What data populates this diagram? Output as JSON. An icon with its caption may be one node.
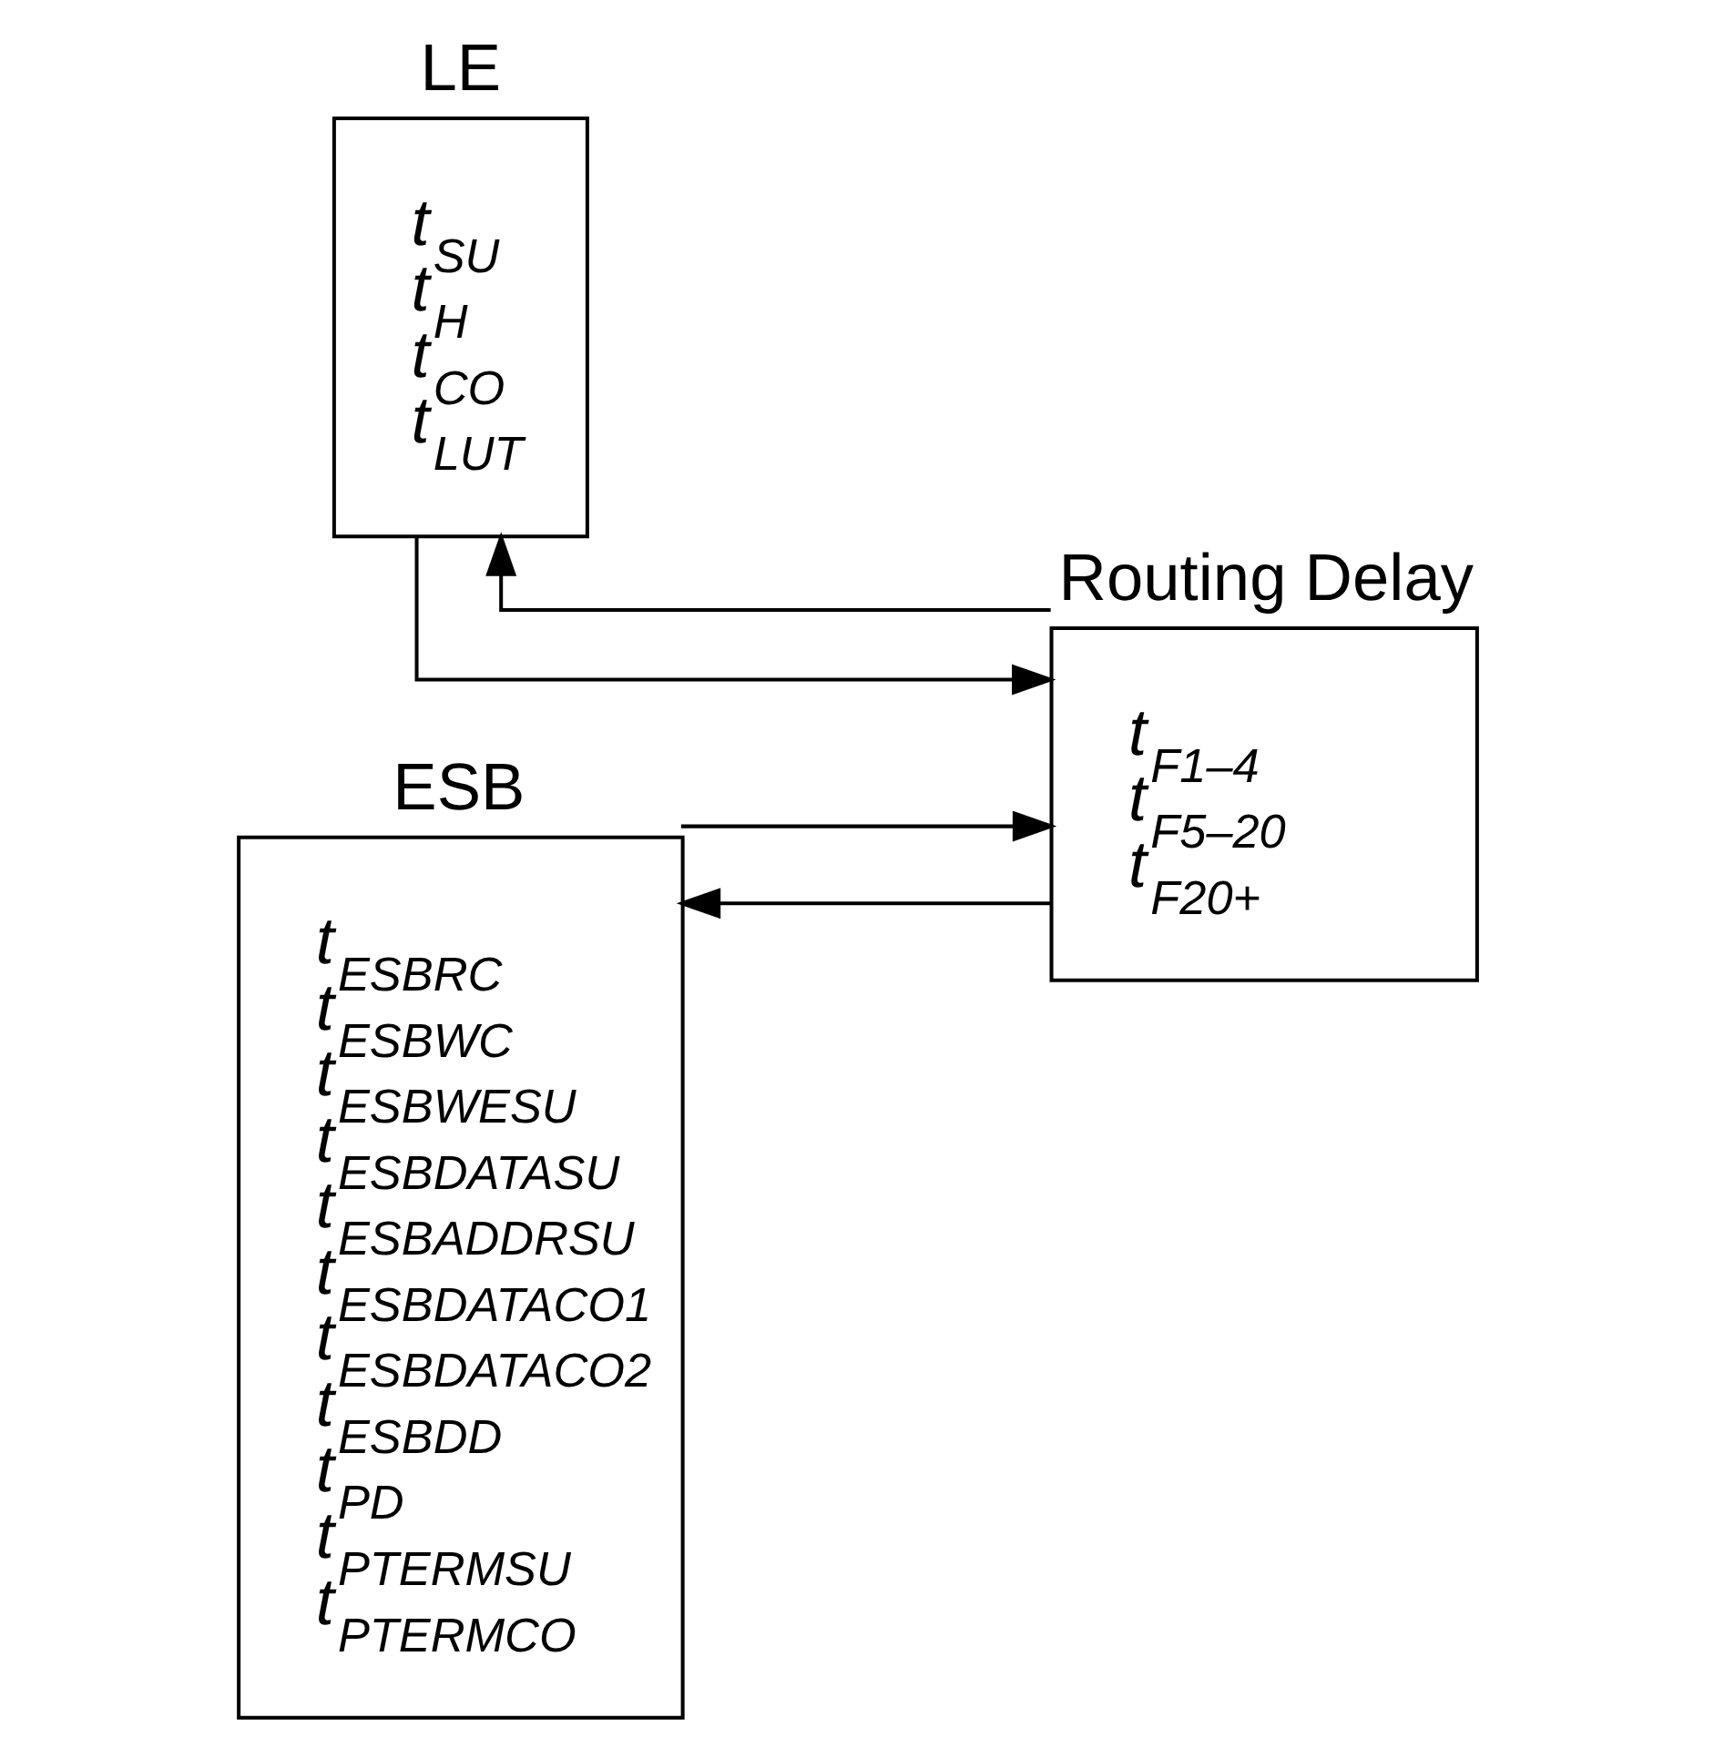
{
  "diagram": {
    "nodes": [
      {
        "text": [
          "LE",
          "t$_{SU}$",
          "t$_{H}$",
          "t$_{CO}$",
          "t$_{LUT}$"
        ]
      },
      {
        "text": [
          "Routing Delay",
          "t$_{F1–4}$",
          "t$_{F5–20}$",
          "t$_{F20+}$"
        ]
      },
      {
        "text": [
          "ESB",
          "t$_{ESBRC}$",
          "t$_{ESBWC}$",
          "t$_{ESBWESU}$",
          "t$_{ESBDATASU}$",
          "t$_{ESBADDRSU}$",
          "t$_{ESBDATACO1}$",
          "t$_{ESBDATACO2}$",
          "t$_{ESBDD}$",
          "t$_{PD}$",
          "t$_{PTERMSU}$",
          "t$_{PTERMCO}$"
        ]
      }
    ],
    "edges": [
      {
        "from": 0,
        "to": 1,
        "arrow": "to"
      },
      {
        "from": 2,
        "to": 1,
        "arrow": "to"
      },
      {
        "from": 1,
        "to": 0,
        "arrow": "to"
      },
      {
        "from": 1,
        "to": 2,
        "arrow": "to"
      }
    ]
  }
}
